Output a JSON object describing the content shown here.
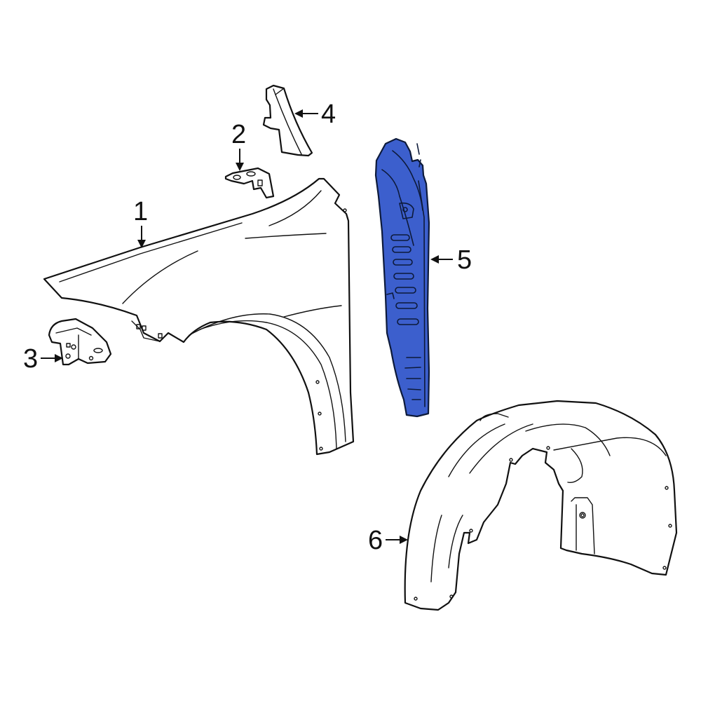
{
  "diagram": {
    "type": "exploded-parts-diagram",
    "subject": "Front fender and wheelhouse liner assembly",
    "highlight_color": "#3c5fcd",
    "outline_color": "#111111",
    "background_color": "#ffffff",
    "callouts": [
      {
        "number": "1",
        "part": "fender"
      },
      {
        "number": "2",
        "part": "fender-bracket"
      },
      {
        "number": "3",
        "part": "fender-support-bracket"
      },
      {
        "number": "4",
        "part": "fender-insulator"
      },
      {
        "number": "5",
        "part": "fender-side-panel-highlighted"
      },
      {
        "number": "6",
        "part": "wheelhouse-liner"
      }
    ]
  }
}
